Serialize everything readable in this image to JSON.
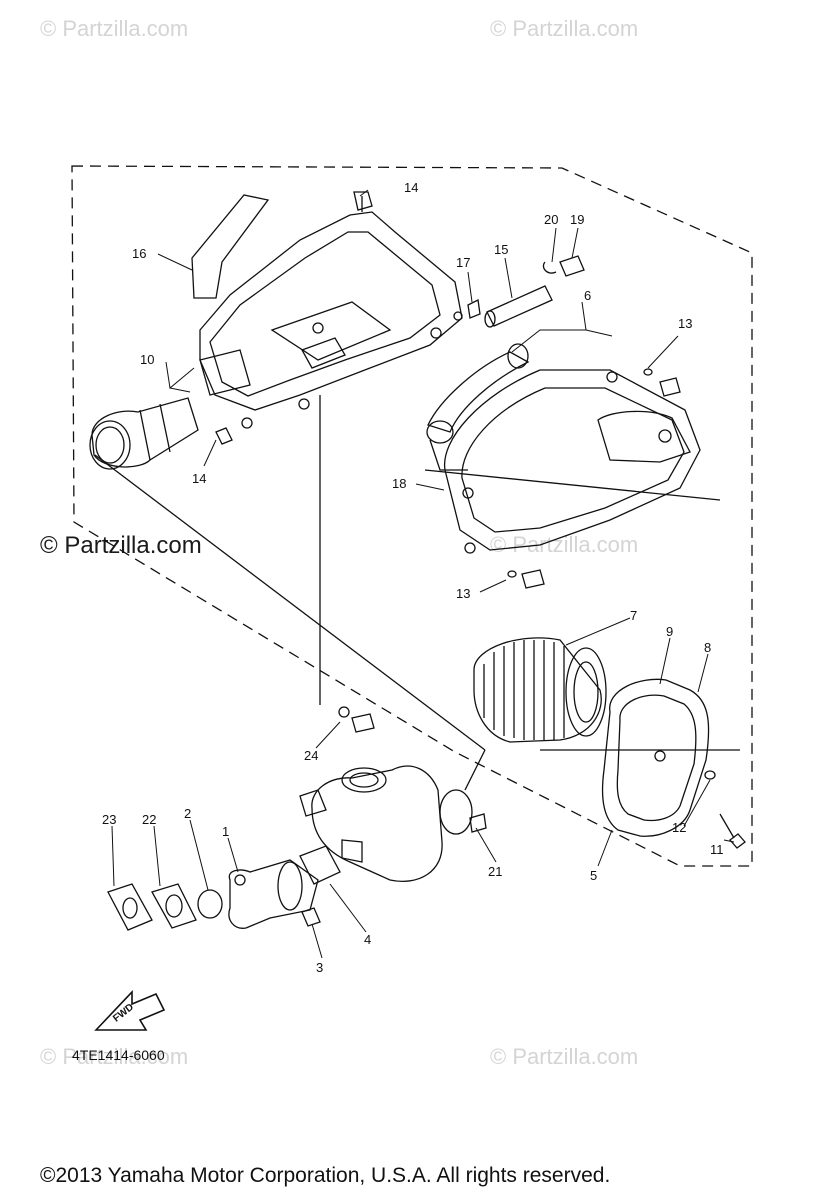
{
  "watermarks": {
    "top_left": "© Partzilla.com",
    "top_right": "© Partzilla.com",
    "middle_left": "© Partzilla.com",
    "middle_faint": "© Partzilla.com",
    "bottom_left": "© Partzilla.com",
    "bottom_right": "© Partzilla.com"
  },
  "callouts": {
    "c1": "1",
    "c2": "2",
    "c3": "3",
    "c4": "4",
    "c5": "5",
    "c6": "6",
    "c7": "7",
    "c8": "8",
    "c9": "9",
    "c10": "10",
    "c11": "11",
    "c12": "12",
    "c13a": "13",
    "c13b": "13",
    "c14a": "14",
    "c14b": "14",
    "c15": "15",
    "c16": "16",
    "c17": "17",
    "c18": "18",
    "c19": "19",
    "c20": "20",
    "c21": "21",
    "c22": "22",
    "c23": "23",
    "c24": "24"
  },
  "fwd_label": "FWD",
  "diagram_code": "4TE1414-6060",
  "copyright": "©2013  Yamaha Motor Corporation, U.S.A. All rights reserved."
}
